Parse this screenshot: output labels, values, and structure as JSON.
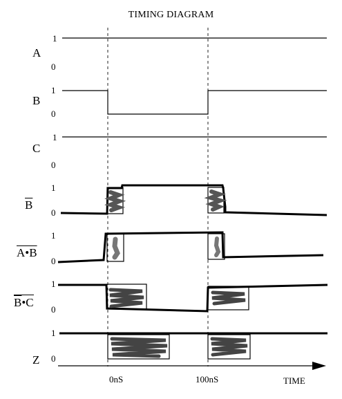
{
  "title": "TIMING DIAGRAM",
  "signals": [
    {
      "id": "a",
      "label": "A",
      "overline": false,
      "high": "1",
      "low": "0",
      "levels": "1 then 1 then 1"
    },
    {
      "id": "b",
      "label": "B",
      "overline": false,
      "high": "1",
      "low": "0",
      "levels": "1 then 0 then 1"
    },
    {
      "id": "c",
      "label": "C",
      "overline": false,
      "high": "1",
      "low": "0",
      "levels": "1 then 1 then 1"
    },
    {
      "id": "bbar",
      "label": "B",
      "overline": true,
      "high": "1",
      "low": "0",
      "levels": "0 then 1 then 0"
    },
    {
      "id": "ab",
      "label": "A•B",
      "overline": true,
      "high": "1",
      "low": "0",
      "levels": "0 then 1 then 0"
    },
    {
      "id": "bc",
      "label": "B•C",
      "overline": true,
      "overline_part": "B",
      "high": "1",
      "low": "0",
      "levels": "1 then 0 then 1"
    },
    {
      "id": "z",
      "label": "Z",
      "overline": false,
      "high": "1",
      "low": "0",
      "levels": "1 then 1 then 1"
    }
  ],
  "time_axis": {
    "ticks": [
      "0nS",
      "100nS"
    ],
    "label": "TIME"
  },
  "colors": {
    "line": "#000000",
    "scribble": "#555555",
    "dash": "#222222"
  }
}
